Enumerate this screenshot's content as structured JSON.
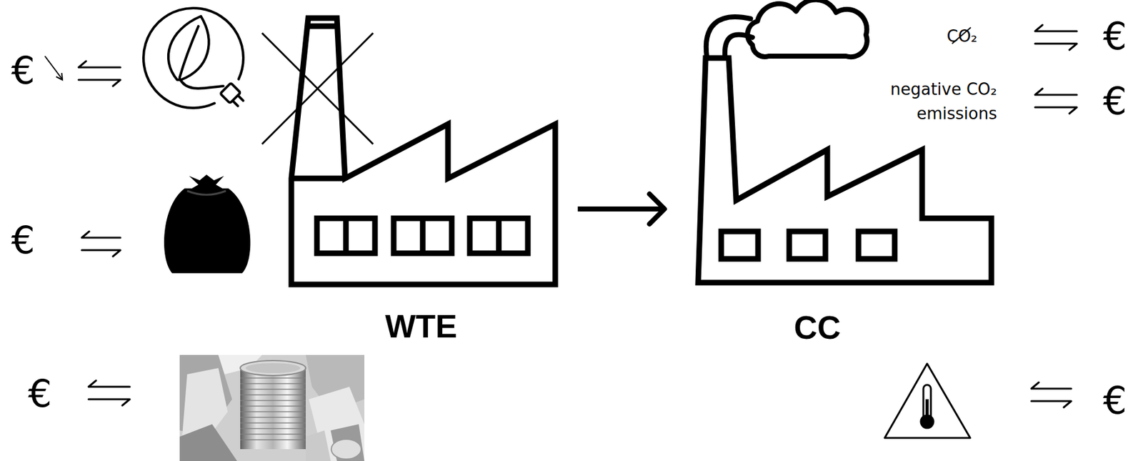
{
  "diagram": {
    "nodes": [
      {
        "text": [
          "WTE"
        ]
      },
      {
        "text": [
          "CC"
        ]
      }
    ],
    "edges": [
      {
        "from": 0,
        "to": 1,
        "arrow": "to"
      }
    ],
    "labels": [
      "€",
      "CO₂",
      "€",
      "negative CO₂ emissions",
      "€",
      "€",
      "€",
      "€"
    ]
  }
}
